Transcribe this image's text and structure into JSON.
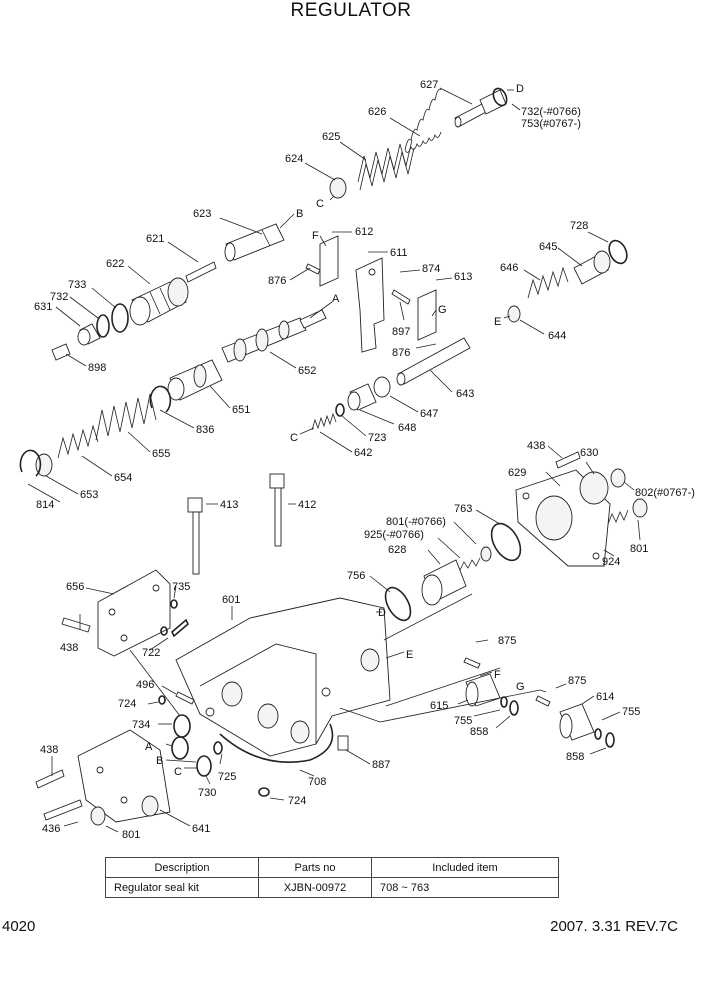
{
  "title": "REGULATOR",
  "footer": {
    "page": "4020",
    "revision": "2007. 3.31  REV.7C"
  },
  "kit_table": {
    "headers": [
      "Description",
      "Parts no",
      "Included item"
    ],
    "rows": [
      [
        "Regulator seal kit",
        "XJBN-00972",
        "708 ~ 763"
      ]
    ]
  },
  "callouts": {
    "c627": "627",
    "cD1": "D",
    "c732": "732(-#0766)",
    "c753": "753(#0767-)",
    "c626": "626",
    "c625": "625",
    "c624": "624",
    "cC1": "C",
    "c623": "623",
    "cB1": "B",
    "c612": "612",
    "cF1": "F",
    "c621": "621",
    "c611": "611",
    "c874": "874",
    "c613": "613",
    "cG1": "G",
    "c876a": "876",
    "cA1": "A",
    "c622": "622",
    "c733": "733",
    "c732b": "732",
    "c631": "631",
    "c898": "898",
    "c897": "897",
    "c876b": "876",
    "c652": "652",
    "c728": "728",
    "c645": "645",
    "c646": "646",
    "cE1": "E",
    "c644": "644",
    "c643": "643",
    "c651": "651",
    "c836": "836",
    "c647": "647",
    "c648": "648",
    "c723": "723",
    "cC2": "C",
    "c642": "642",
    "c655": "655",
    "c654": "654",
    "c653": "653",
    "c814": "814",
    "c438a": "438",
    "c630": "630",
    "c629": "629",
    "c802": "802(#0767-)",
    "c413": "413",
    "c412": "412",
    "c763": "763",
    "c801a": "801(-#0766)",
    "c925": "925(-#0766)",
    "c628": "628",
    "c924": "924",
    "c801b": "801",
    "c656": "656",
    "c735": "735",
    "c756": "756",
    "cD2": "D",
    "c601": "601",
    "c438b": "438",
    "c722": "722",
    "c875a": "875",
    "cE2": "E",
    "cF2": "F",
    "c496": "496",
    "c724a": "724",
    "c734": "734",
    "cA2": "A",
    "cB2": "B",
    "cC3": "C",
    "c725": "725",
    "c730": "730",
    "c708": "708",
    "c724b": "724",
    "c887": "887",
    "c875b": "875",
    "cG2": "G",
    "c614": "614",
    "c615": "615",
    "c755a": "755",
    "c858a": "858",
    "c755b": "755",
    "c858b": "858",
    "c438c": "438",
    "c436": "436",
    "c801c": "801",
    "c641": "641"
  }
}
